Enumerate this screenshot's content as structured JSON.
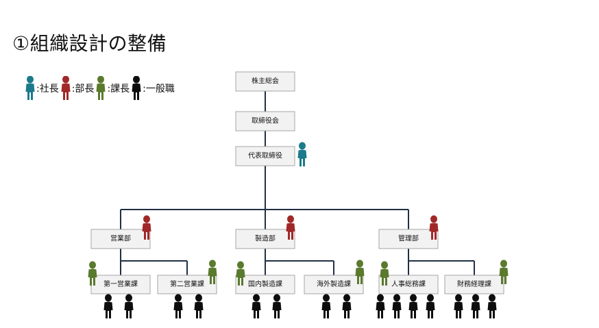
{
  "title": "①組織設計の整備",
  "colors": {
    "president": "#1b7a8c",
    "division_head": "#a12828",
    "section_head": "#5a7a2e",
    "staff": "#0d0d0d",
    "connector": "#1f2f44",
    "box_fill": "#f2f2f2",
    "box_border": "#a6a6a6"
  },
  "legend": [
    {
      "icon": "person-icon",
      "role": "president",
      "label": ":社長"
    },
    {
      "icon": "person-icon",
      "role": "division_head",
      "label": ":部長"
    },
    {
      "icon": "person-icon",
      "role": "section_head",
      "label": ":課長"
    },
    {
      "icon": "person-icon",
      "role": "staff",
      "label": ":一般職"
    }
  ],
  "org": {
    "shareholders_meeting": "株主総会",
    "board": "取締役会",
    "representative_director": "代表取締役",
    "departments": [
      {
        "name": "営業部",
        "sections": [
          {
            "name": "第一営業課",
            "staff_count": 2
          },
          {
            "name": "第二営業課",
            "staff_count": 2
          }
        ]
      },
      {
        "name": "製造部",
        "sections": [
          {
            "name": "国内製造課",
            "staff_count": 2
          },
          {
            "name": "海外製造課",
            "staff_count": 2
          }
        ]
      },
      {
        "name": "管理部",
        "sections": [
          {
            "name": "人事総務課",
            "staff_count": 4
          },
          {
            "name": "財務経理課",
            "staff_count": 3
          }
        ]
      }
    ]
  }
}
